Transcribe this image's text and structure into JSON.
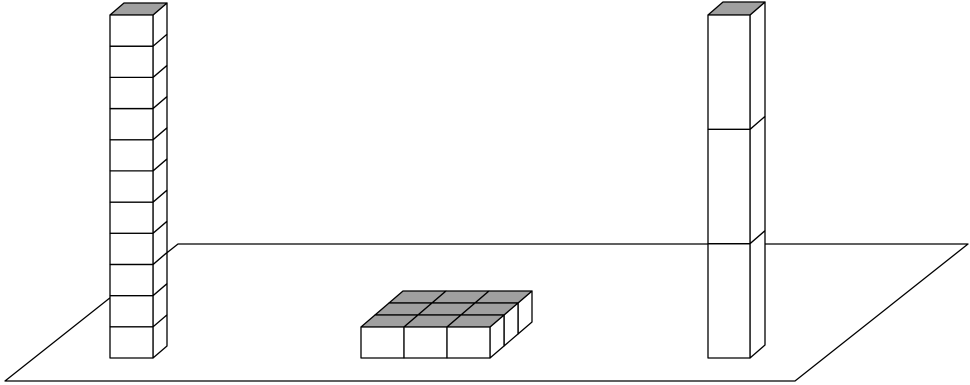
{
  "colors": {
    "background": "#ffffff",
    "line": "#000000",
    "top_face": "#a0a0a0",
    "face": "#ffffff"
  },
  "figure": {
    "elements": [
      "base-plane",
      "tall-stack-of-small-cubes",
      "flat-layer-of-small-cubes",
      "tall-stack-of-long-blocks"
    ],
    "left_stack": {
      "cube_count": 11
    },
    "flat_layer": {
      "rows": 3,
      "columns": 3,
      "layers": 1
    },
    "right_stack": {
      "block_count": 3
    }
  }
}
